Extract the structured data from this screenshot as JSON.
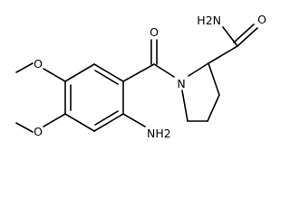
{
  "labels": {
    "o_carbonyl": "O",
    "nh2_amide": "H2N",
    "n_ring": "N",
    "methoxy_top": "O",
    "methoxy_bottom": "O",
    "nh2_aryl": "NH2"
  },
  "colors": {
    "bond": "#000000",
    "text": "#000000",
    "background": "#ffffff"
  }
}
